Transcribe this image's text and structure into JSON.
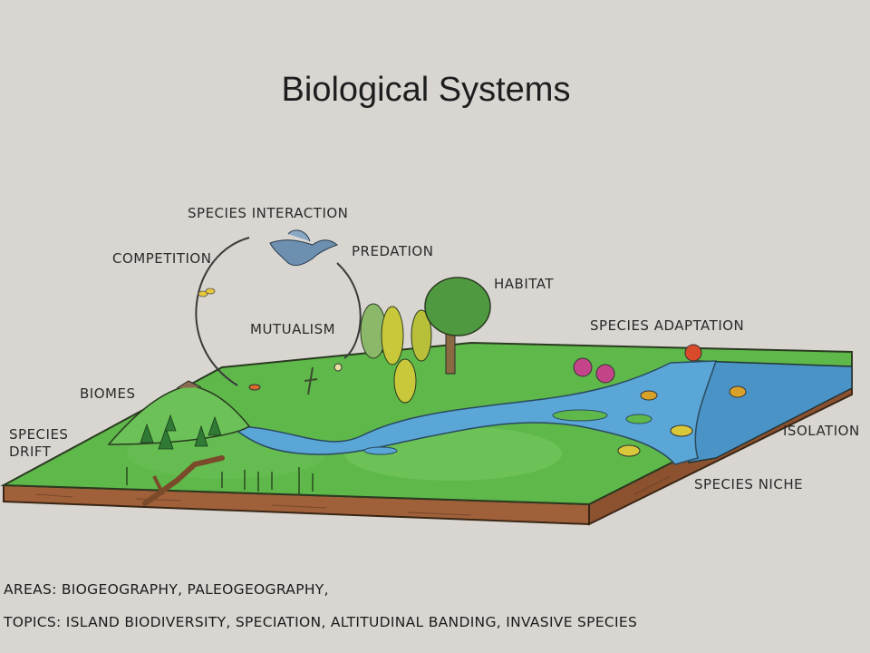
{
  "title": "Biological Systems",
  "labels": {
    "species_interaction": "SPECIES INTERACTION",
    "competition": "COMPETITION",
    "predation": "PREDATION",
    "habitat": "HABITAT",
    "mutualism": "MUTUALISM",
    "species_adaptation": "SPECIES ADAPTATION",
    "biomes": "BIOMES",
    "species_drift_1": "SPECIES",
    "species_drift_2": "DRIFT",
    "isolation": "ISOLATION",
    "species_niche": "SPECIES NICHE"
  },
  "footer": {
    "areas": "AREAS: BIOGEOGRAPHY, PALEOGEOGRAPHY,",
    "topics": "TOPICS: ISLAND BIODIVERSITY, SPECIATION, ALTITUDINAL BANDING, INVASIVE SPECIES"
  },
  "colors": {
    "background": "#d9d6d2",
    "grass": "#5fb84a",
    "soil": "#9a5a32",
    "water": "#5aa6d6"
  }
}
